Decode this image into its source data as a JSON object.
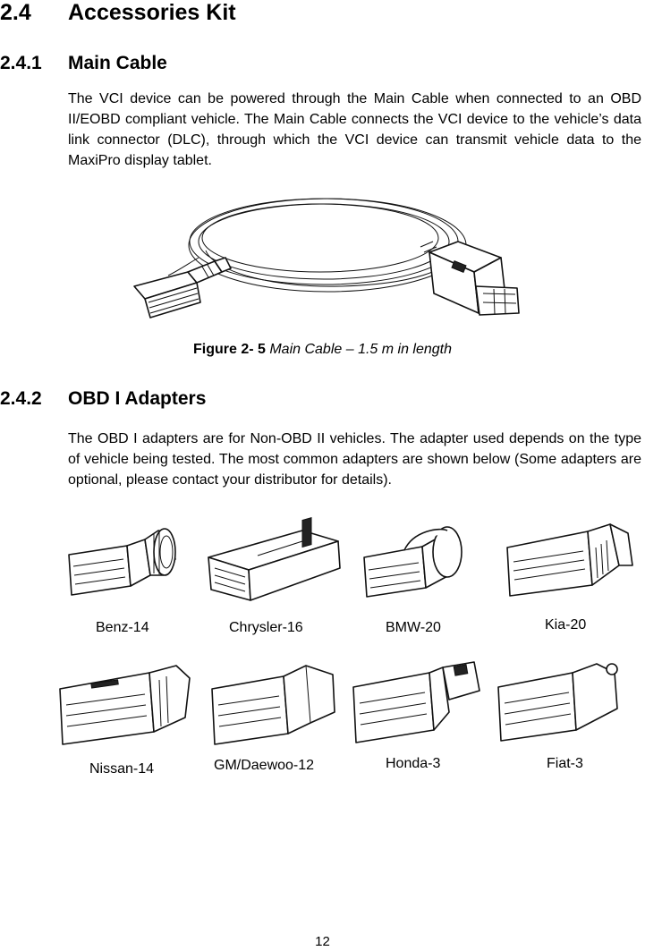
{
  "section": {
    "number": "2.4",
    "title": "Accessories Kit"
  },
  "main_cable": {
    "number": "2.4.1",
    "title": "Main Cable",
    "paragraph": "The VCI device can be powered through the Main Cable when connected to an OBD II/EOBD compliant vehicle. The Main Cable connects the VCI device to the vehicle’s data link connector (DLC), through which the VCI device can transmit vehicle data to the MaxiPro display tablet.",
    "figure_label": "Figure 2- 5",
    "figure_caption": "Main Cable – 1.5 m in length"
  },
  "obd1": {
    "number": "2.4.2",
    "title": "OBD I Adapters",
    "paragraph": "The OBD I adapters are for Non-OBD II vehicles. The adapter used depends on the type of vehicle being tested. The most common adapters are shown below (Some adapters are optional, please contact your distributor for details).",
    "adapters": [
      "Benz-14",
      "Chrysler-16",
      "BMW-20",
      "Kia-20",
      "Nissan-14",
      "GM/Daewoo-12",
      "Honda-3",
      "Fiat-3"
    ]
  },
  "page_number": "12"
}
